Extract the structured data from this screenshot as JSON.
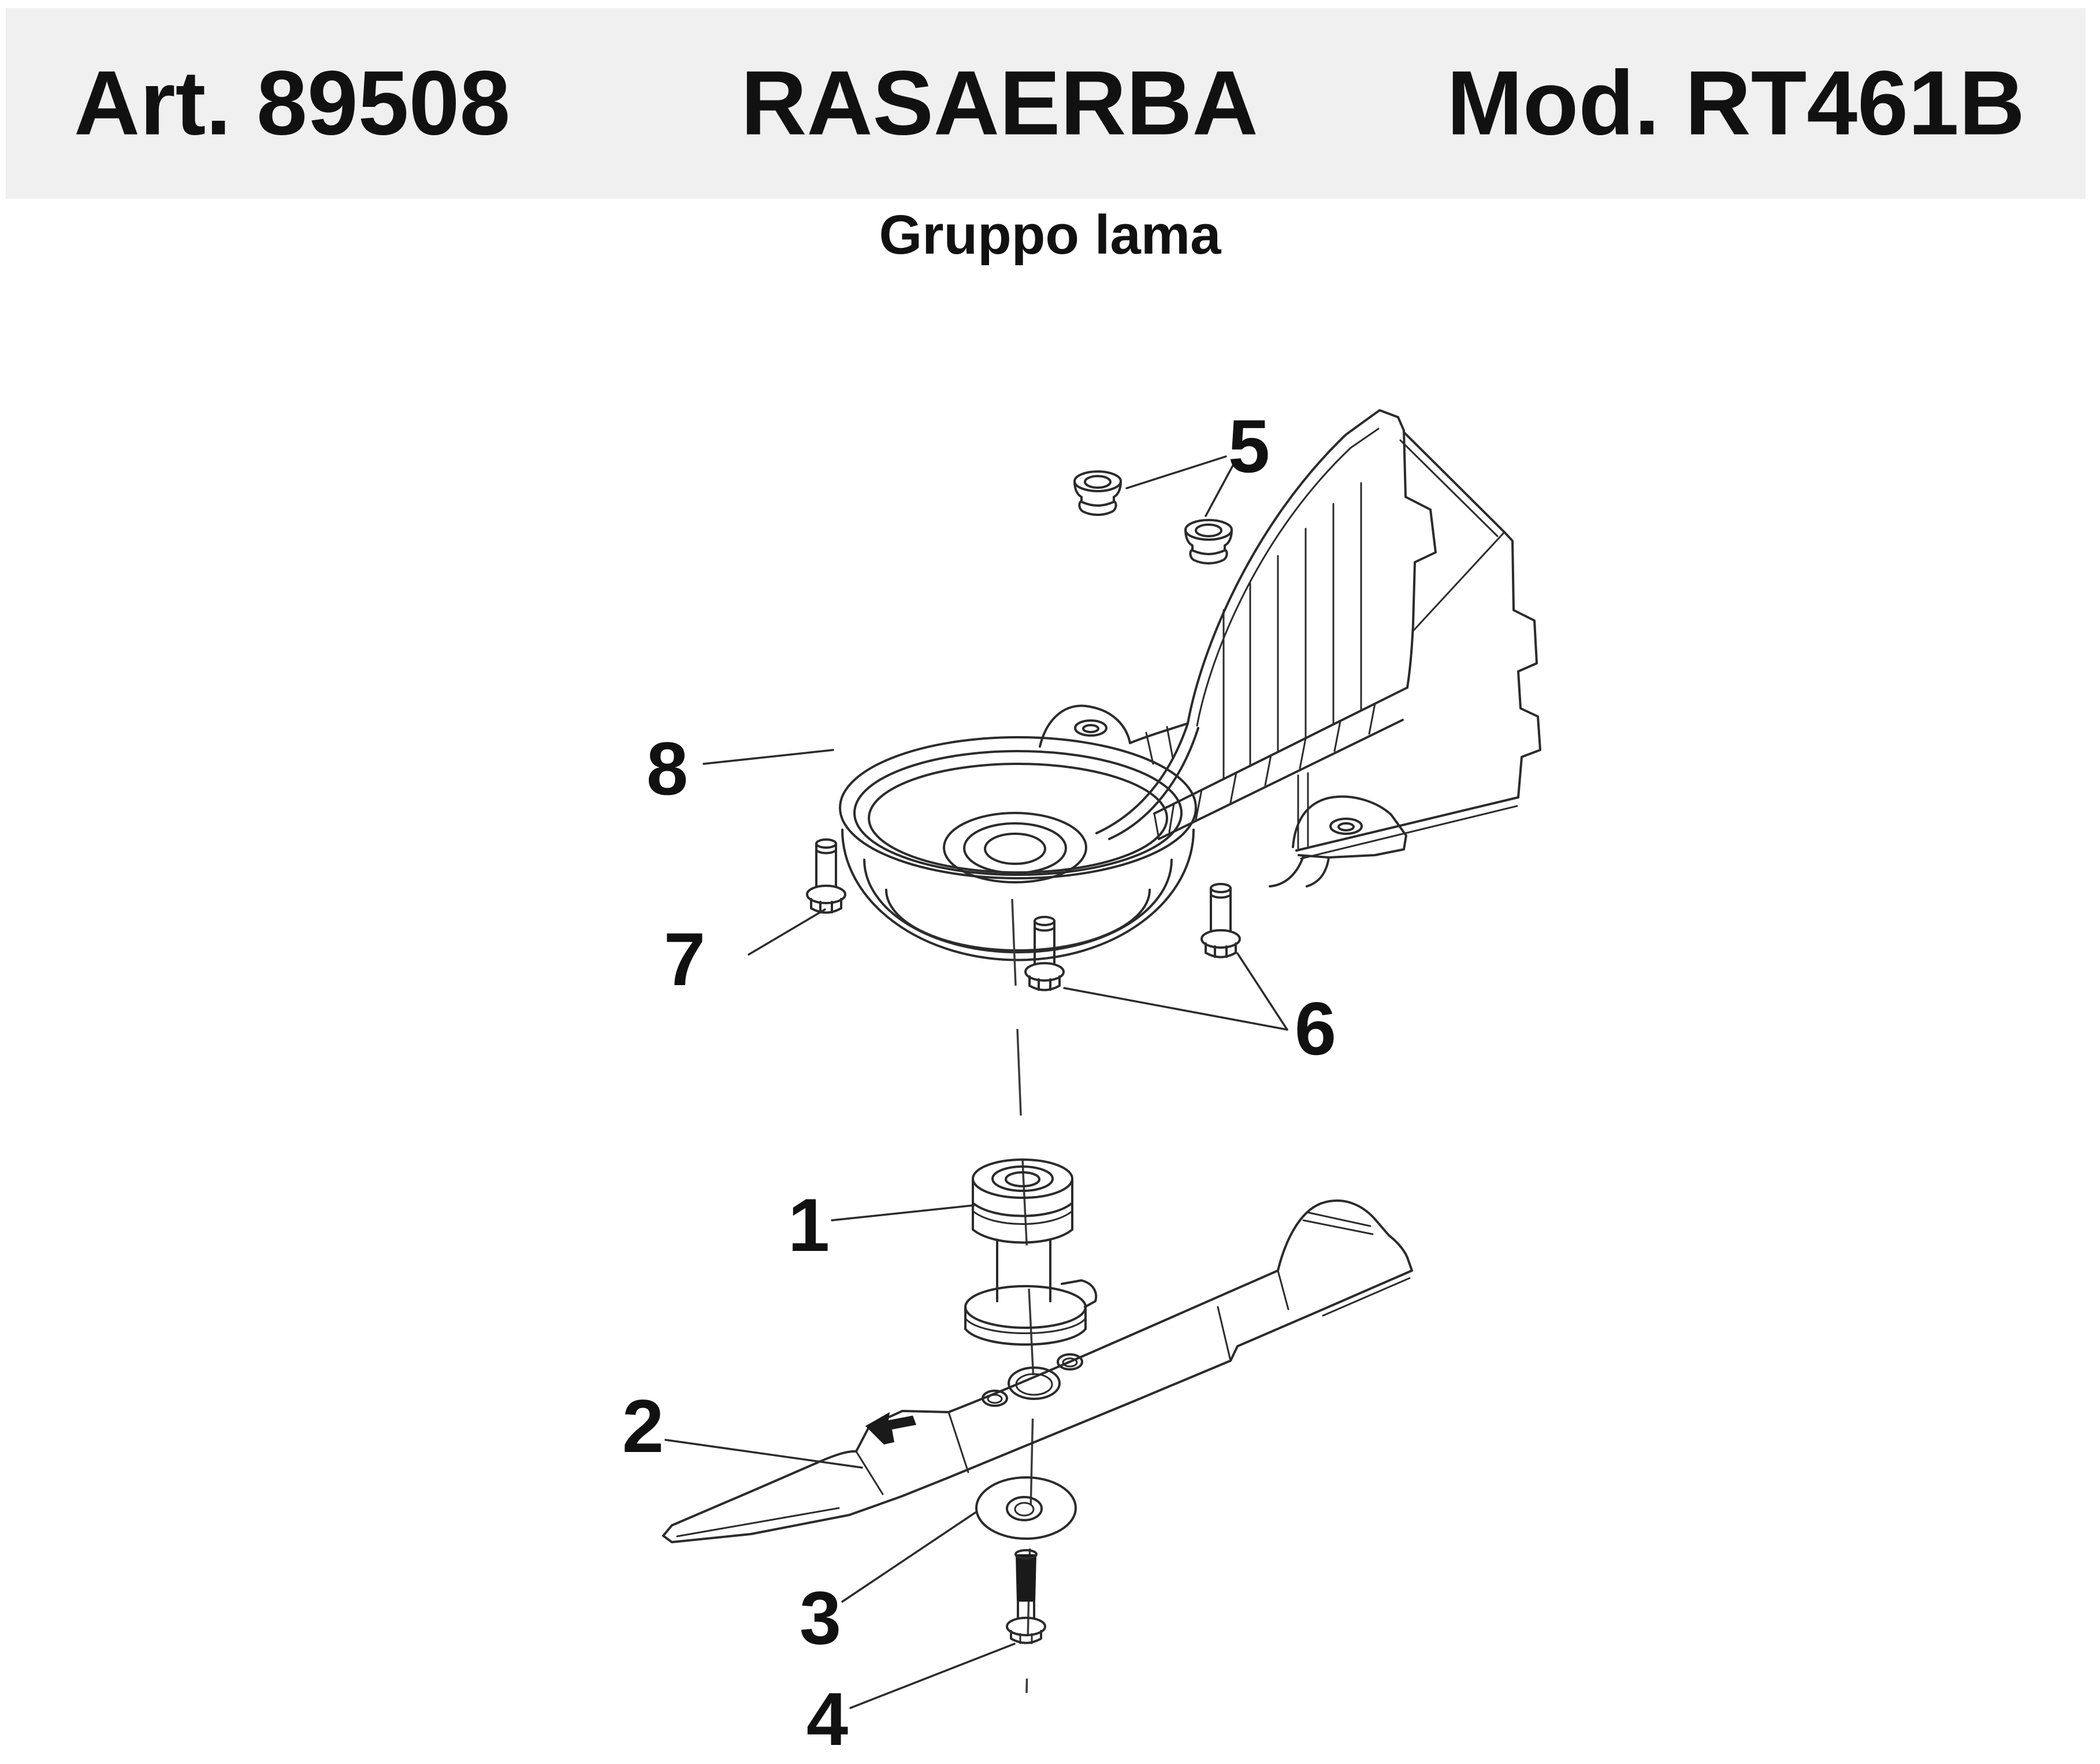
{
  "header": {
    "article_label": "Art. 89508",
    "product_name": "RASAERBA",
    "model_label": "Mod. RT461B"
  },
  "subtitle": "Gruppo lama",
  "diagram": {
    "callouts": [
      {
        "number": "1"
      },
      {
        "number": "2"
      },
      {
        "number": "3"
      },
      {
        "number": "4"
      },
      {
        "number": "5"
      },
      {
        "number": "6"
      },
      {
        "number": "7"
      },
      {
        "number": "8"
      }
    ]
  },
  "colors": {
    "header_background": "#f0f0f0",
    "page_background": "#ffffff",
    "line_color": "#2b2b2b",
    "text_color": "#111111"
  }
}
